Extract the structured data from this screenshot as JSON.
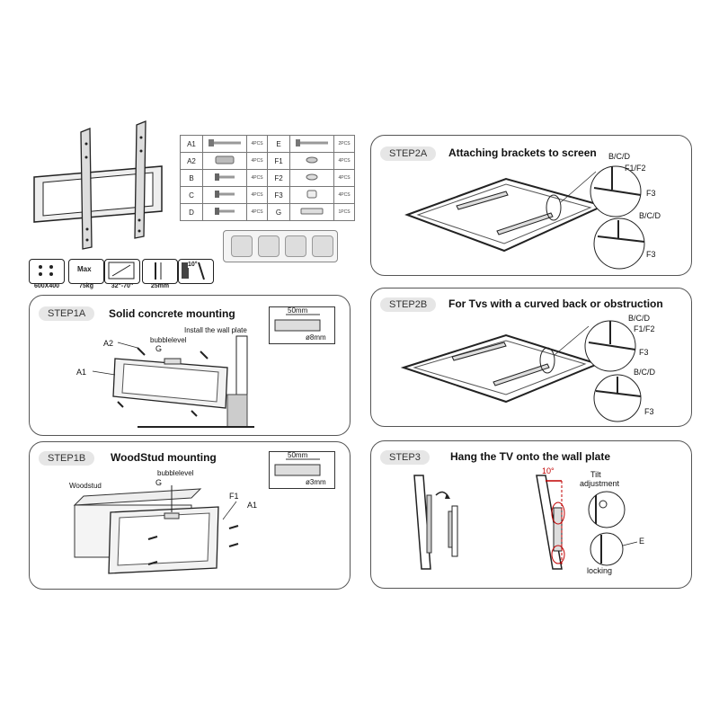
{
  "parts": {
    "left": [
      {
        "code": "A1",
        "qty": "4PCS"
      },
      {
        "code": "A2",
        "qty": "4PCS"
      },
      {
        "code": "B",
        "qty": "4PCS"
      },
      {
        "code": "C",
        "qty": "4PCS"
      },
      {
        "code": "D",
        "qty": "4PCS"
      }
    ],
    "right": [
      {
        "code": "E",
        "qty": "2PCS"
      },
      {
        "code": "F1",
        "qty": "4PCS"
      },
      {
        "code": "F2",
        "qty": "4PCS"
      },
      {
        "code": "F3",
        "qty": "4PCS"
      },
      {
        "code": "G",
        "qty": "1PCS"
      }
    ]
  },
  "specs": {
    "vesa": "600X400",
    "max_label": "Max",
    "max_load": "75kg",
    "screen": "32\"-70\"",
    "wall_distance": "25mm",
    "tilt": "10°"
  },
  "step1a": {
    "badge": "STEP1A",
    "title": "Solid concrete mounting",
    "install_note": "Install the wall plate",
    "label_bubble": "bubblelevel",
    "label_g": "G",
    "label_a1": "A1",
    "label_a2": "A2",
    "drill_depth": "50mm",
    "drill_diameter": "ø8mm"
  },
  "step1b": {
    "badge": "STEP1B",
    "title": "WoodStud mounting",
    "label_woodstud": "Woodstud",
    "label_bubble": "bubblelevel",
    "label_g": "G",
    "label_f1": "F1",
    "label_a1": "A1",
    "drill_depth": "50mm",
    "drill_diameter": "ø3mm"
  },
  "step2a": {
    "badge": "STEP2A",
    "title": "Attaching brackets to screen",
    "callout1_a": "B/C/D",
    "callout1_b": "F1/F2",
    "callout1_c": "F3",
    "callout2_a": "B/C/D",
    "callout2_b": "F3"
  },
  "step2b": {
    "badge": "STEP2B",
    "title": "For Tvs with a curved back or obstruction",
    "callout1_a": "B/C/D",
    "callout1_b": "F1/F2",
    "callout1_c": "F3",
    "callout2_a": "B/C/D",
    "callout2_b": "F3"
  },
  "step3": {
    "badge": "STEP3",
    "title": "Hang the TV onto the wall plate",
    "tilt_angle": "10°",
    "tilt_label_1": "Tilt",
    "tilt_label_2": "adjustment",
    "label_e": "E",
    "label_locking": "locking"
  }
}
